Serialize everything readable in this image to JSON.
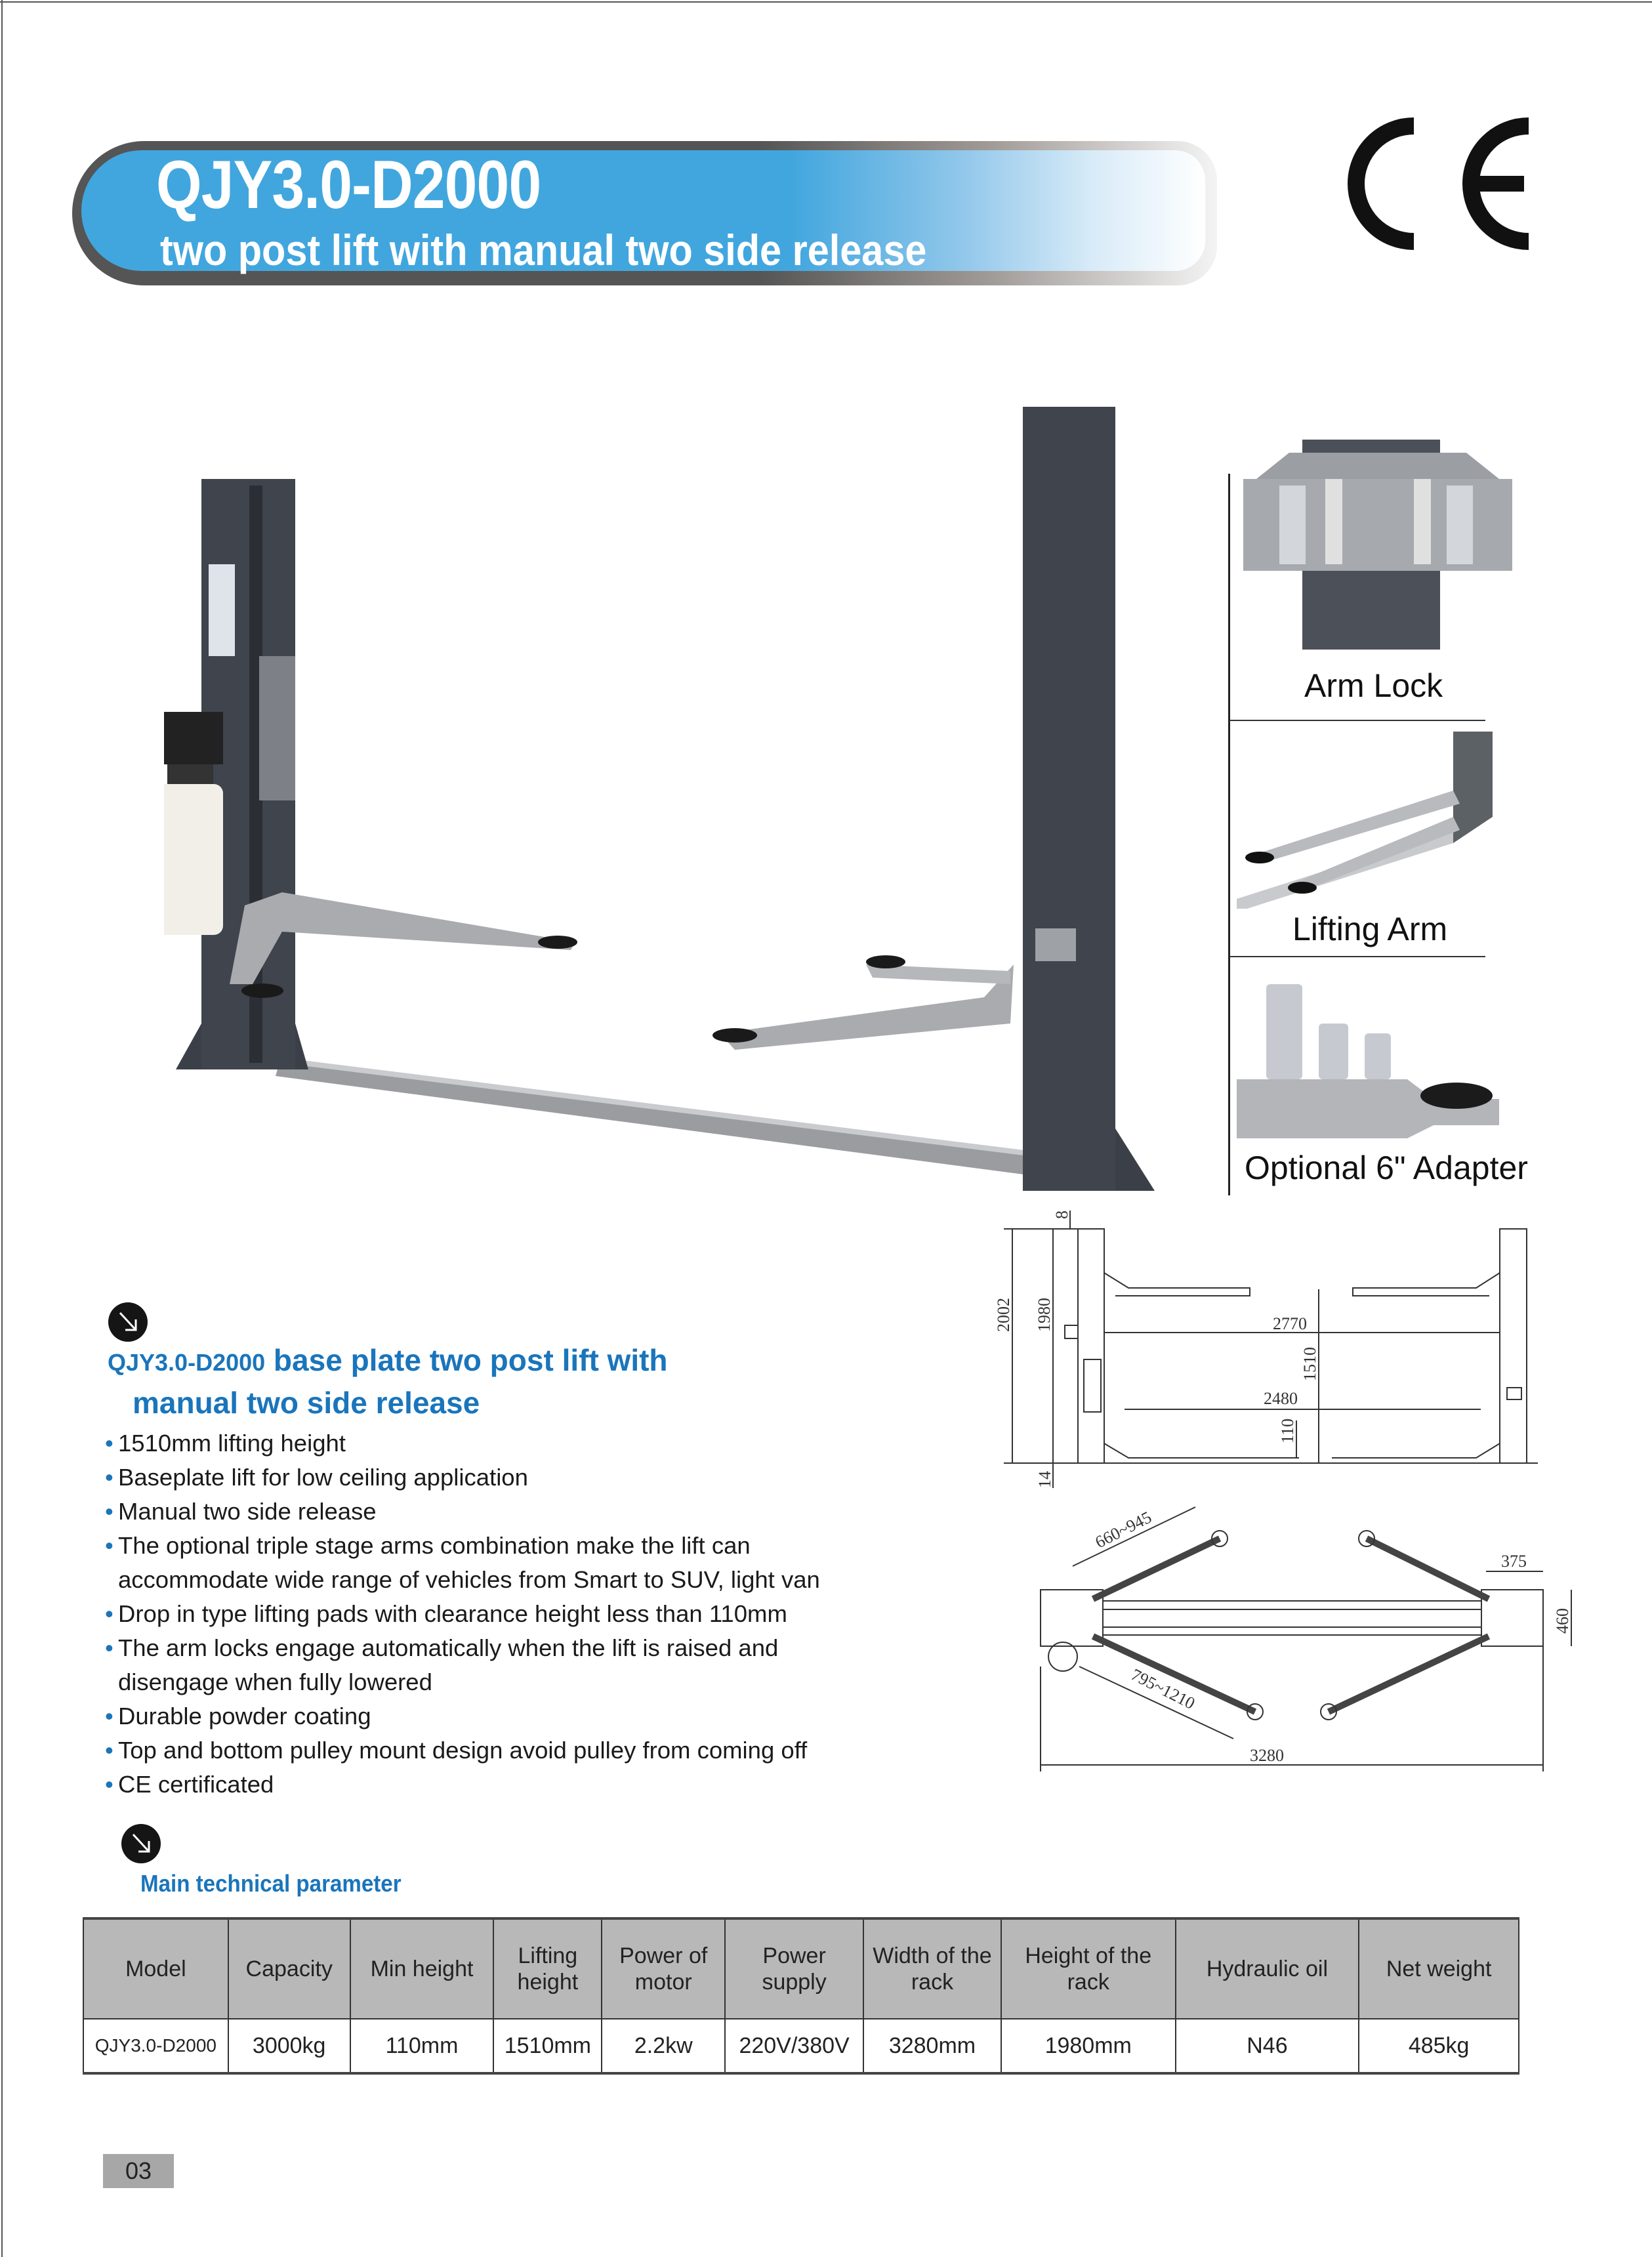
{
  "header": {
    "title": "QJY3.0-D2000",
    "subtitle": "two post lift with manual two side release",
    "certification_mark": "CE"
  },
  "colors": {
    "accent_blue": "#1a75bb",
    "banner_blue": "#41a6de",
    "table_header": "#b8b8b8"
  },
  "feature_photos": [
    {
      "label": "Arm Lock"
    },
    {
      "label": "Lifting Arm"
    },
    {
      "label": "Optional 6\" Adapter"
    }
  ],
  "description": {
    "heading_model": "QJY3.0-D2000",
    "heading_line1": " base plate two post lift with",
    "heading_line2": "manual two side release",
    "bullets": [
      "1510mm lifting height",
      "Baseplate lift for low ceiling application",
      "Manual two side release",
      "The optional triple stage arms combination make the lift can\naccommodate wide range of vehicles from Smart to SUV, light van",
      "Drop in type lifting pads with clearance height less than 110mm",
      "The arm locks engage automatically when the lift is raised and\ndisengage when fully lowered",
      "Durable powder coating",
      "Top and bottom pulley mount design avoid pulley from coming off",
      "CE certificated"
    ]
  },
  "drawing": {
    "front": {
      "d2002": "2002",
      "d1980": "1980",
      "d8": "8",
      "d14": "14",
      "d2770": "2770",
      "d2480": "2480",
      "d1510": "1510",
      "d110": "110"
    },
    "top": {
      "arm_short": "660~945",
      "arm_long": "795~1210",
      "d375": "375",
      "d460": "460",
      "d3280": "3280"
    }
  },
  "spec_section": {
    "title": "Main technical parameter",
    "columns": [
      "Model",
      "Capacity",
      "Min height",
      "Lifting height",
      "Power of motor",
      "Power supply",
      "Width of the rack",
      "Height of the rack",
      "Hydraulic oil",
      "Net weight"
    ],
    "rows": [
      [
        "QJY3.0-D2000",
        "3000kg",
        "110mm",
        "1510mm",
        "2.2kw",
        "220V/380V",
        "3280mm",
        "1980mm",
        "N46",
        "485kg"
      ]
    ]
  },
  "page_number": "03"
}
